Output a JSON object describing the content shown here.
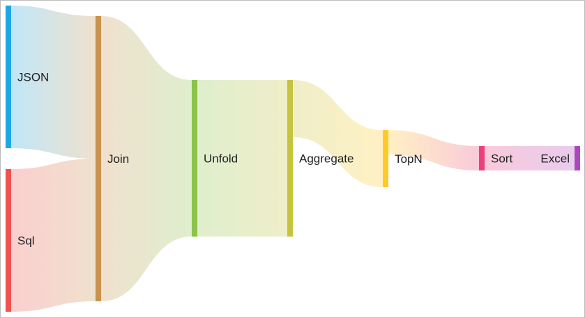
{
  "diagram": {
    "type": "sankey",
    "nodes": [
      {
        "id": "json",
        "label": "JSON",
        "color": "#1ea7e8"
      },
      {
        "id": "sql",
        "label": "Sql",
        "color": "#ef5350"
      },
      {
        "id": "join",
        "label": "Join",
        "color": "#c8924f"
      },
      {
        "id": "unfold",
        "label": "Unfold",
        "color": "#8bc34a"
      },
      {
        "id": "aggregate",
        "label": "Aggregate",
        "color": "#c6c33c"
      },
      {
        "id": "topn",
        "label": "TopN",
        "color": "#ffca28"
      },
      {
        "id": "sort",
        "label": "Sort",
        "color": "#ec407a"
      },
      {
        "id": "excel",
        "label": "Excel",
        "color": "#ab47bc"
      }
    ],
    "links": [
      {
        "source": "json",
        "target": "join"
      },
      {
        "source": "sql",
        "target": "join"
      },
      {
        "source": "join",
        "target": "unfold"
      },
      {
        "source": "unfold",
        "target": "aggregate"
      },
      {
        "source": "aggregate",
        "target": "topn"
      },
      {
        "source": "topn",
        "target": "sort"
      },
      {
        "source": "sort",
        "target": "excel"
      }
    ]
  }
}
